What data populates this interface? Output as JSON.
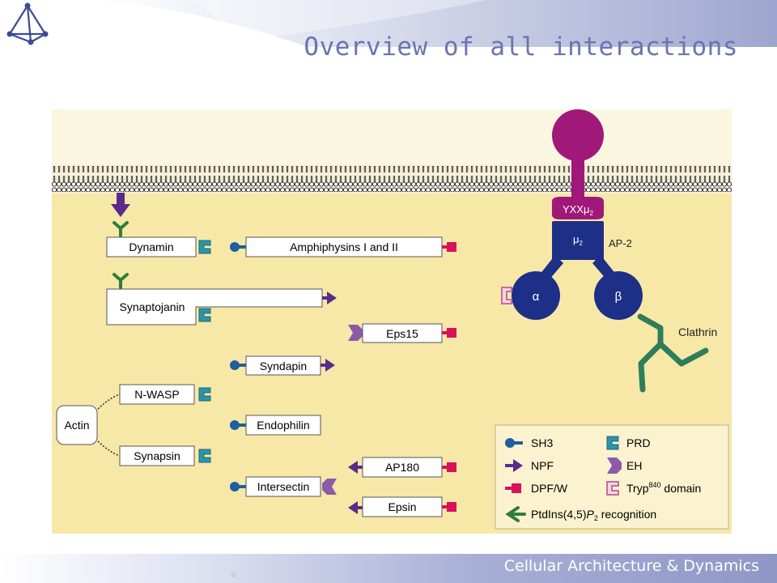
{
  "slide": {
    "title": "Overview of all interactions",
    "footer": "Cellular Architecture & Dynamics",
    "footer_glyph": "อ"
  },
  "diagram": {
    "proteins": {
      "dynamin": "Dynamin",
      "amphiphysins": "Amphiphysins I and II",
      "synaptojanin": "Synaptojanin",
      "eps15": "Eps15",
      "syndapin": "Syndapin",
      "nwasp": "N-WASP",
      "actin": "Actin",
      "endophilin": "Endophilin",
      "synapsin": "Synapsin",
      "ap180": "AP180",
      "intersectin": "Intersectin",
      "epsin": "Epsin"
    },
    "ap2": {
      "yxx": "YXXμ",
      "yxx_sub": "2",
      "mu": "μ",
      "mu_sub": "2",
      "label": "AP-2",
      "alpha": "α",
      "beta": "β"
    },
    "clathrin_label": "Clathrin",
    "legend": {
      "sh3": "SH3",
      "prd": "PRD",
      "npf": "NPF",
      "eh": "EH",
      "dpfw": "DPF/W",
      "tryp_prefix": "Tryp",
      "tryp_sup": "840",
      "tryp_suffix": " domain",
      "ptdins_prefix": "PtdIns(4,5)",
      "ptdins_p": "P",
      "ptdins_sub": "2",
      "ptdins_suffix": " recognition"
    },
    "colors": {
      "background": "#f8e8a8",
      "extracellular": "#fbf6df",
      "sh3": "#1f5f9e",
      "prd": "#2d93a8",
      "npf": "#5b2b8a",
      "eh": "#8d5aa8",
      "dpfw": "#d9105a",
      "tryp": "#c86c9a",
      "ptdins": "#2f7d3c",
      "ap2": "#1d2f86",
      "receptor": "#a0187a",
      "clathrin": "#2f7e5a"
    }
  }
}
